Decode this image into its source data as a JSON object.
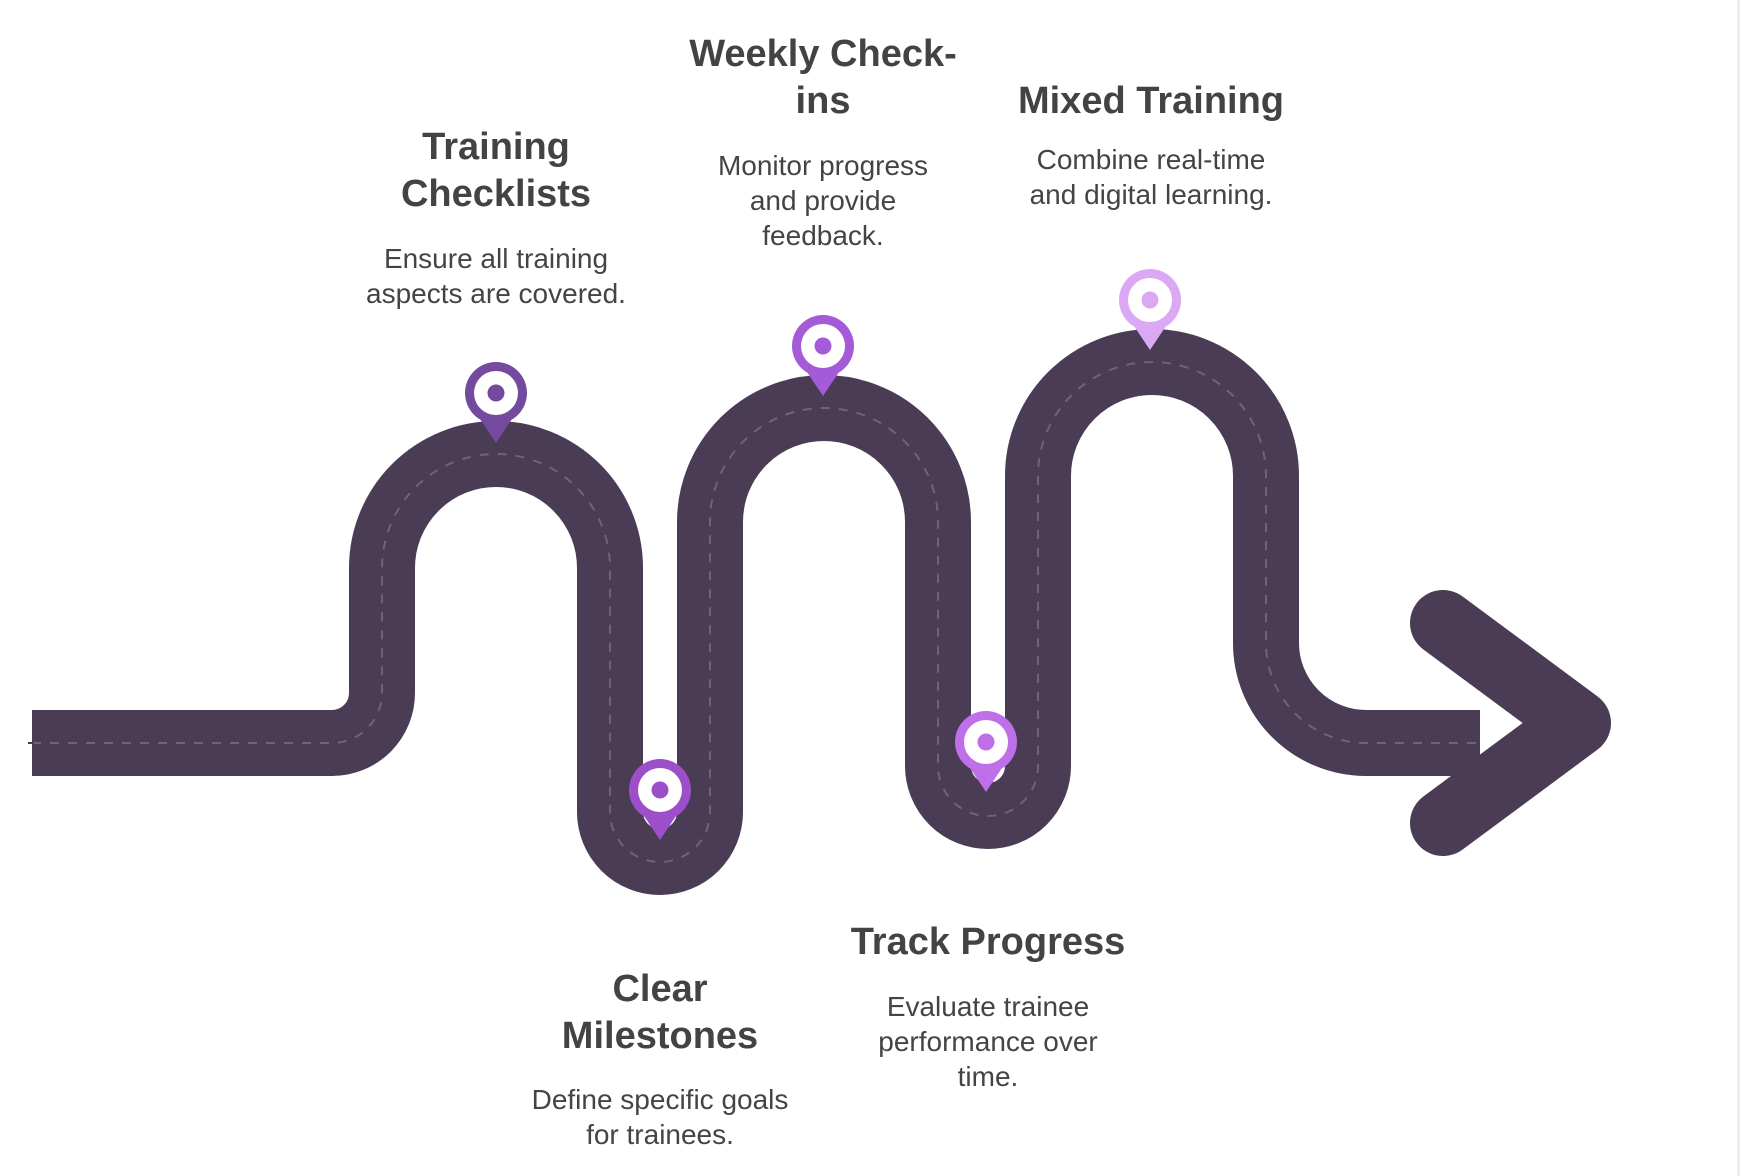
{
  "colors": {
    "road": "#4a3c55",
    "road_dash": "#6e6378",
    "pin_1": "#744a9e",
    "pin_2": "#9d4fc9",
    "pin_3": "#a55bd8",
    "pin_4": "#bf6fe8",
    "pin_5": "#dba9f4",
    "title_text": "#434343",
    "desc_text": "#444444"
  },
  "milestones": [
    {
      "title": "Training Checklists",
      "title_lines": [
        "Training",
        "Checklists"
      ],
      "description": "Ensure all training aspects are covered.",
      "desc_lines": [
        "Ensure all training",
        "aspects are covered."
      ],
      "position": "top"
    },
    {
      "title": "Clear Milestones",
      "title_lines": [
        "Clear",
        "Milestones"
      ],
      "description": "Define specific goals for trainees.",
      "desc_lines": [
        "Define specific goals",
        "for trainees."
      ],
      "position": "bottom"
    },
    {
      "title": "Weekly Check-ins",
      "title_lines": [
        "Weekly Check-",
        "ins"
      ],
      "description": "Monitor progress and provide feedback.",
      "desc_lines": [
        "Monitor progress",
        "and provide",
        "feedback."
      ],
      "position": "top"
    },
    {
      "title": "Track Progress",
      "title_lines": [
        "Track Progress"
      ],
      "description": "Evaluate trainee performance over time.",
      "desc_lines": [
        "Evaluate trainee",
        "performance over",
        "time."
      ],
      "position": "bottom"
    },
    {
      "title": "Mixed Training",
      "title_lines": [
        "Mixed Training"
      ],
      "description": "Combine real-time and digital learning.",
      "desc_lines": [
        "Combine real-time",
        "and digital learning."
      ],
      "position": "top"
    }
  ],
  "icons": {
    "pin": "location-pin-icon",
    "arrow": "arrow-right-icon"
  }
}
